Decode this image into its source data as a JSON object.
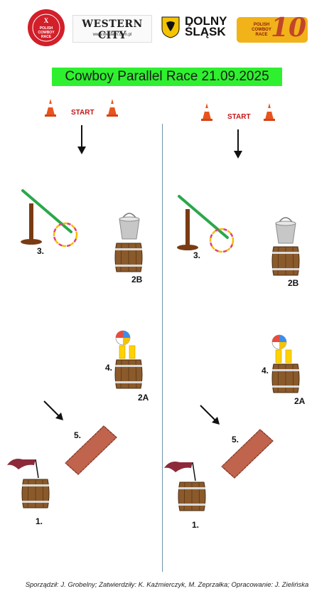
{
  "title": "Cowboy Parallel Race 21.09.2025",
  "logos": {
    "polish_cowboy_x": {
      "numeral": "X",
      "line1": "POLISH",
      "line2": "COWBOY",
      "line3": "RACE"
    },
    "western_city": {
      "name": "WESTERN CITY",
      "url": "www.western.com.pl"
    },
    "dolny_slask": {
      "line1": "DOLNY",
      "line2": "ŚLĄSK"
    },
    "polish_cowboy_race_10": {
      "line1": "POLISH",
      "line2": "COWBOY",
      "line3": "RACE",
      "number": "10"
    }
  },
  "lanes": [
    {
      "start_label": "START",
      "stations": [
        {
          "label": "3."
        },
        {
          "label": "2B"
        },
        {
          "label": "4."
        },
        {
          "label": "2A"
        },
        {
          "label": "5."
        },
        {
          "label": "1."
        }
      ]
    },
    {
      "start_label": "START",
      "stations": [
        {
          "label": "3."
        },
        {
          "label": "2B"
        },
        {
          "label": "4."
        },
        {
          "label": "2A"
        },
        {
          "label": "5."
        },
        {
          "label": "1."
        }
      ]
    }
  ],
  "footer": "Sporządził: J. Grobelny; Zatwierdziły: K. Kaźmierczyk, M. Zeprzałka; Opracowanie: J. Zielińska",
  "colors": {
    "title_bg": "#2ff02f",
    "start_text": "#c01818",
    "cone": "#e8541e",
    "barrel": "#8b5a2b",
    "brick": "#c0644e",
    "pole": "#2aa84a",
    "divider": "#6e93a8"
  }
}
